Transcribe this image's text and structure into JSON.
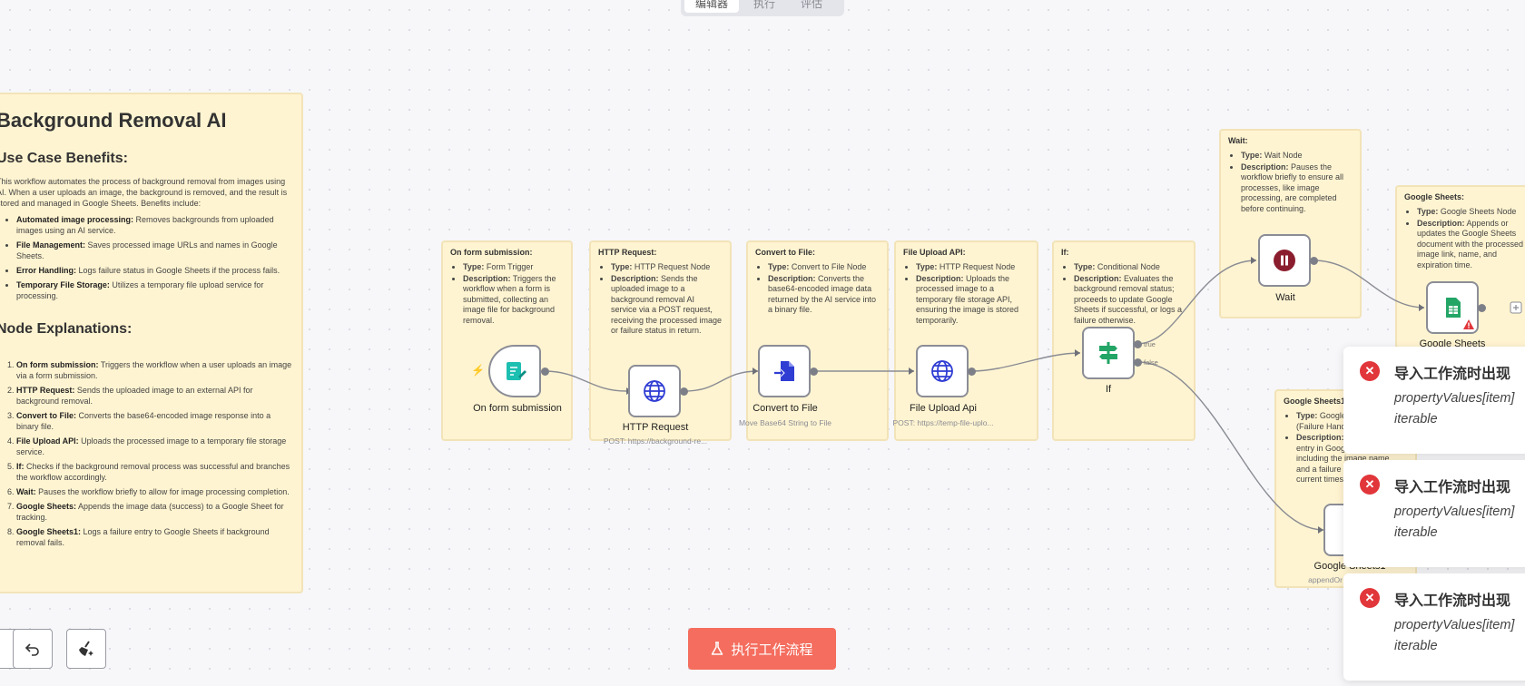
{
  "tabs": [
    "编辑器",
    "执行",
    "评估"
  ],
  "overview_note": {
    "title": "Background Removal AI",
    "benefits_heading": "Use Case Benefits:",
    "benefits_intro": "This workflow automates the process of background removal from images using AI. When a user uploads an image, the background is removed, and the result is stored and managed in Google Sheets. Benefits include:",
    "benefits": [
      {
        "bold": "Automated image processing:",
        "text": " Removes backgrounds from uploaded images using an AI service."
      },
      {
        "bold": "File Management:",
        "text": " Saves processed image URLs and names in Google Sheets."
      },
      {
        "bold": "Error Handling:",
        "text": " Logs failure status in Google Sheets if the process fails."
      },
      {
        "bold": "Temporary File Storage:",
        "text": " Utilizes a temporary file upload service for processing."
      }
    ],
    "nodes_heading": "Node Explanations:",
    "node_explanations": [
      {
        "bold": "On form submission:",
        "text": " Triggers the workflow when a user uploads an image via a form submission."
      },
      {
        "bold": "HTTP Request:",
        "text": " Sends the uploaded image to an external API for background removal."
      },
      {
        "bold": "Convert to File:",
        "text": " Converts the base64-encoded image response into a binary file."
      },
      {
        "bold": "File Upload API:",
        "text": " Uploads the processed image to a temporary file storage service."
      },
      {
        "bold": "If:",
        "text": " Checks if the background removal process was successful and branches the workflow accordingly."
      },
      {
        "bold": "Wait:",
        "text": " Pauses the workflow briefly to allow for image processing completion."
      },
      {
        "bold": "Google Sheets:",
        "text": " Appends the image data (success) to a Google Sheet for tracking."
      },
      {
        "bold": "Google Sheets1:",
        "text": " Logs a failure entry to Google Sheets if background removal fails."
      }
    ]
  },
  "node_notes": {
    "form": {
      "title": "On form submission:",
      "type_label": "Type:",
      "type": " Form Trigger",
      "desc_label": "Description:",
      "desc": " Triggers the workflow when a form is submitted, collecting an image file for background removal."
    },
    "http": {
      "title": "HTTP Request:",
      "type_label": "Type:",
      "type": " HTTP Request Node",
      "desc_label": "Description:",
      "desc": " Sends the uploaded image to a background removal AI service via a POST request, receiving the processed image or failure status in return."
    },
    "convert": {
      "title": "Convert to File:",
      "type_label": "Type:",
      "type": " Convert to File Node",
      "desc_label": "Description:",
      "desc": " Converts the base64-encoded image data returned by the AI service into a binary file."
    },
    "upload": {
      "title": "File Upload API:",
      "type_label": "Type:",
      "type": " HTTP Request Node",
      "desc_label": "Description:",
      "desc": " Uploads the processed image to a temporary file storage API, ensuring the image is stored temporarily."
    },
    "if": {
      "title": "If:",
      "type_label": "Type:",
      "type": " Conditional Node",
      "desc_label": "Description:",
      "desc": " Evaluates the background removal status; proceeds to update Google Sheets if successful, or logs a failure otherwise."
    },
    "wait": {
      "title": "Wait:",
      "type_label": "Type:",
      "type": " Wait Node",
      "desc_label": "Description:",
      "desc": " Pauses the workflow briefly to ensure all processes, like image processing, are completed before continuing."
    },
    "gsheets": {
      "title": "Google Sheets:",
      "type_label": "Type:",
      "type": " Google Sheets Node",
      "desc_label": "Description:",
      "desc": " Appends or updates the Google Sheets document with the processed image link, name, and expiration time."
    },
    "gsheets1": {
      "title": "Google Sheets1:",
      "type_label": "Type:",
      "type": " Google",
      "type2": "(Failure Hand",
      "desc_label": "Description:",
      "desc": "",
      "desc_lines": [
        "entry in Google Sheets,",
        "including the image name",
        "and a failure",
        "current times"
      ]
    }
  },
  "nodes": {
    "form": {
      "label": "On form submission",
      "icon": "form-trigger-icon"
    },
    "http": {
      "label": "HTTP Request",
      "sub": "POST: https://background-re...",
      "icon": "globe-icon"
    },
    "convert": {
      "label": "Convert to File",
      "sub": "Move Base64 String to File",
      "icon": "convert-file-icon"
    },
    "upload": {
      "label": "File Upload Api",
      "sub": "POST: https://temp-file-uplo...",
      "icon": "globe-icon"
    },
    "if": {
      "label": "If",
      "icon": "signpost-icon",
      "true_label": "true",
      "false_label": "false"
    },
    "wait": {
      "label": "Wait",
      "icon": "pause-icon"
    },
    "gsheets": {
      "label": "Google Sheets",
      "icon": "google-sheets-icon"
    },
    "gsheets1": {
      "label": "Google Sheets1",
      "sub": "appendOr",
      "icon": "google-sheets-icon"
    }
  },
  "toasts": [
    {
      "title": "导入工作流时出现",
      "message": "propertyValues[item]",
      "message2": "iterable"
    },
    {
      "title": "导入工作流时出现",
      "message": "propertyValues[item]",
      "message2": "iterable"
    },
    {
      "title": "导入工作流时出现",
      "message": "propertyValues[item]",
      "message2": "iterable"
    }
  ],
  "execute_button": "执行工作流程",
  "colors": {
    "sticky_bg": "#fff4d1",
    "execute": "#f46d5e",
    "error": "#e1363a",
    "wait_icon": "#8b1e2e",
    "sheets_green": "#23a566",
    "globe": "#2f3dd3"
  }
}
